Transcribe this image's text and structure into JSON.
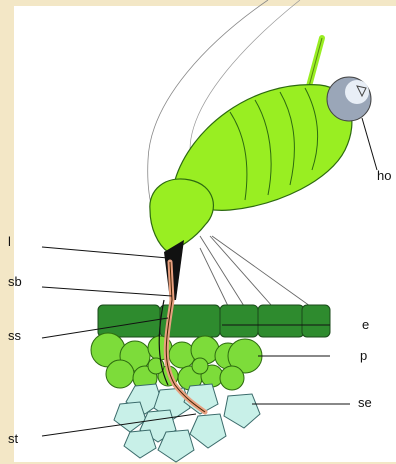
{
  "labels": {
    "ho": "ho",
    "l": "l",
    "sb": "sb",
    "ss": "ss",
    "e": "e",
    "p": "p",
    "se": "se",
    "st": "st"
  },
  "colors": {
    "background": "#f3e7c6",
    "aphid_body": "#99ee22",
    "epidermis": "#2e8b2e",
    "parenchyma": "#7ddc3a",
    "sieve_elements": "#c8f0e8",
    "stylet": "#e8a080"
  }
}
